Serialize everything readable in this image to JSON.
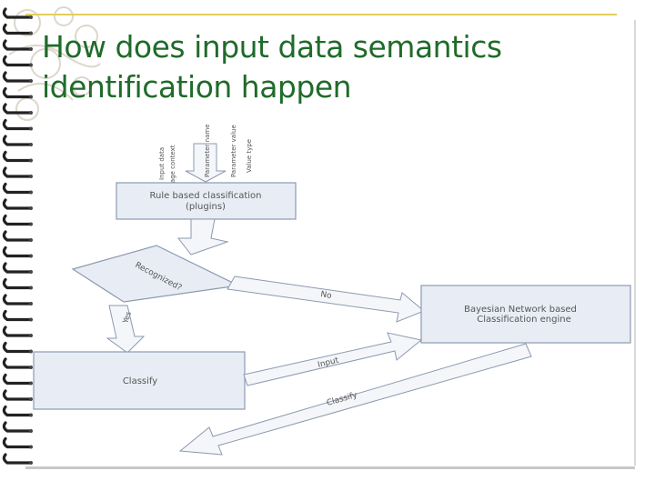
{
  "title": "How does input data semantics identification happen",
  "diagram": {
    "input_labels": [
      "Input data",
      "Page context",
      "Parameter name",
      "Parameter value",
      "Value type"
    ],
    "rule_box": {
      "line1": "Rule based classification",
      "line2": "(plugins)"
    },
    "decision": "Recognized?",
    "no_label": "No",
    "yes_label": "Yes",
    "bayes_box": {
      "line1": "Bayesian Network based",
      "line2": "Classification engine"
    },
    "classify_box": "Classify",
    "input_arrow": "Input",
    "classify_arrow": "Classify"
  },
  "colors": {
    "title": "#1f6b2a",
    "box_fill": "#e8edf5",
    "box_stroke": "#8c9ab0",
    "arrow_fill": "#f4f6fa"
  }
}
